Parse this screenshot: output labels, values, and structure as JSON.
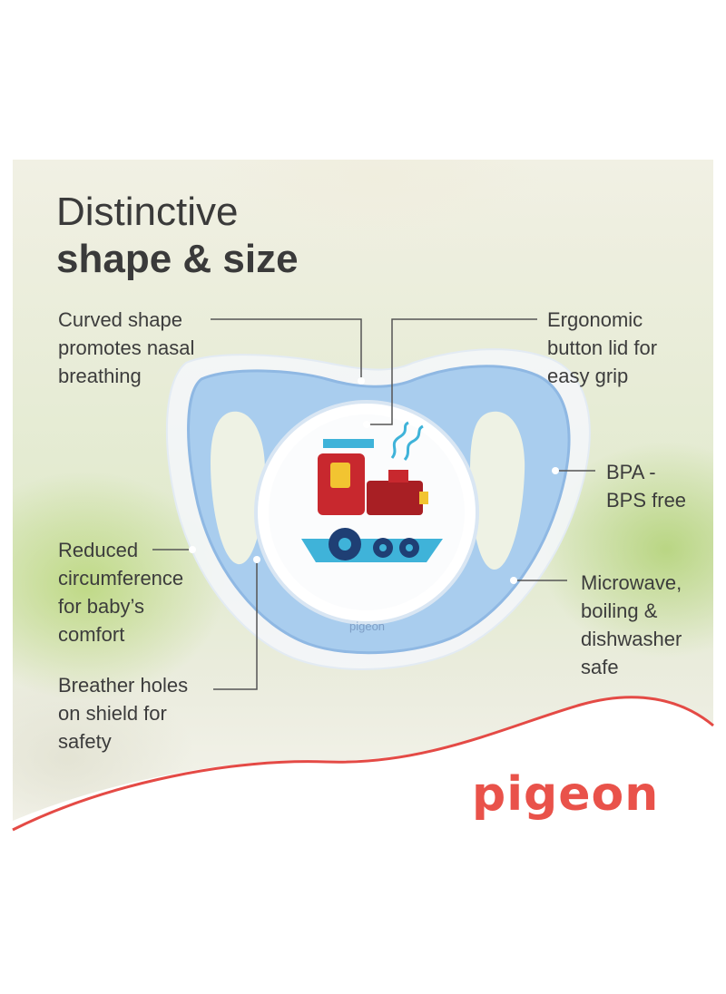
{
  "title": {
    "line1": "Distinctive",
    "line2": "shape & size"
  },
  "callouts": {
    "curved": [
      "Curved shape",
      "promotes nasal",
      "breathing"
    ],
    "ergonomic": [
      "Ergonomic",
      "button lid for",
      "easy grip"
    ],
    "bpa": [
      "BPA -",
      "BPS free"
    ],
    "reduced": [
      "Reduced",
      "circumference",
      "for baby’s",
      "comfort"
    ],
    "microwave": [
      "Microwave,",
      "boiling &",
      "dishwasher",
      "safe"
    ],
    "breather": [
      "Breather holes",
      "on shield for",
      "safety"
    ]
  },
  "product": {
    "embossed_text": "pigeon"
  },
  "brand": {
    "name": "pigeon",
    "color": "#e9524a"
  },
  "colors": {
    "shield_blue": "#a9cdee",
    "train_red": "#c8282e",
    "boat_cyan": "#3fb3d9",
    "wheel_navy": "#1f3f74"
  }
}
